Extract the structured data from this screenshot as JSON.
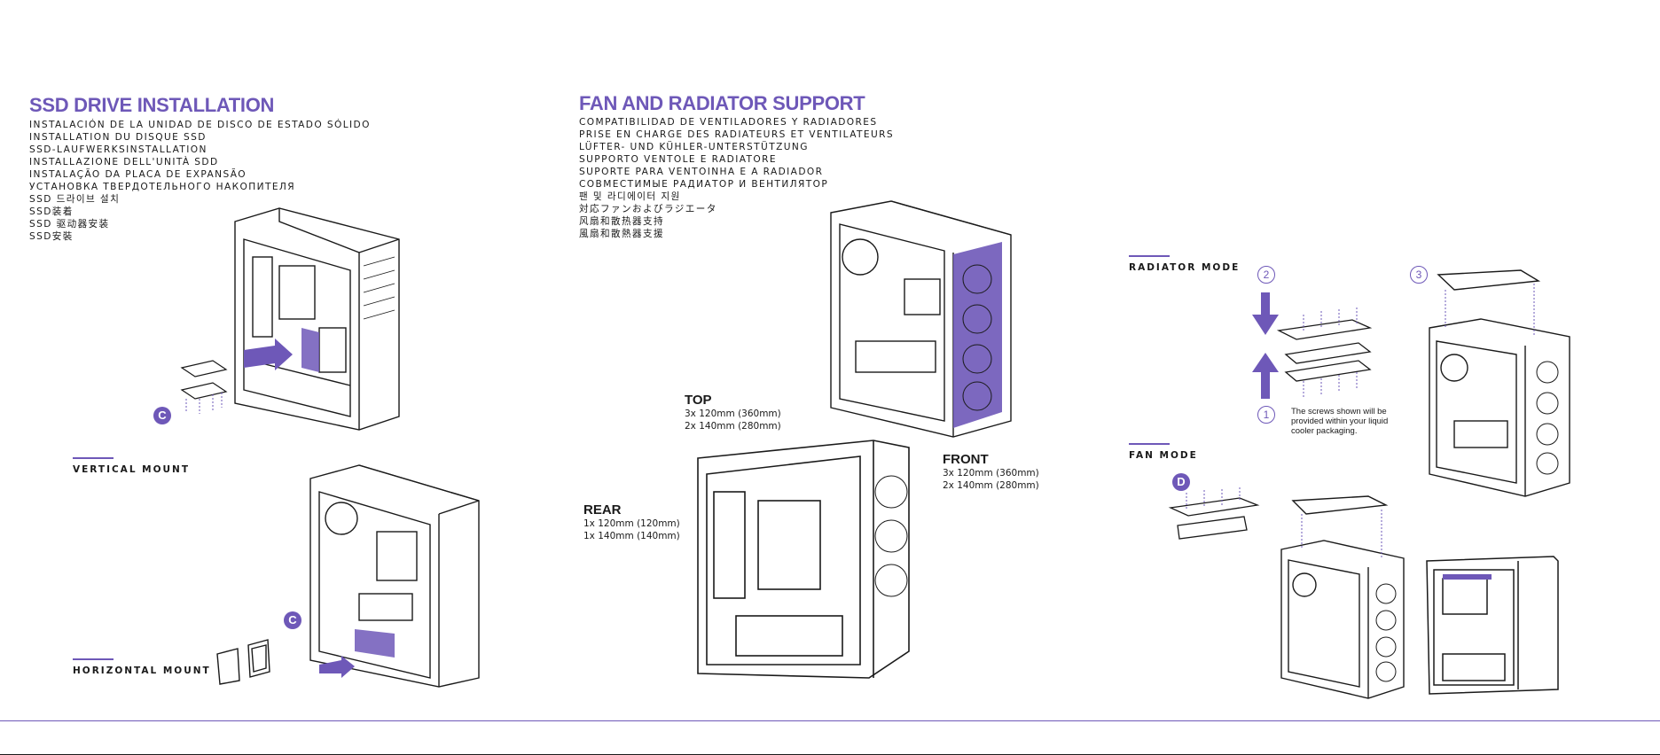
{
  "colors": {
    "accent": "#6e58b8",
    "ink": "#1a1a1a",
    "bg": "#ffffff"
  },
  "ssd": {
    "title": "SSD DRIVE INSTALLATION",
    "translations": [
      "INSTALACIÓN DE LA UNIDAD DE DISCO DE ESTADO SÓLIDO",
      "INSTALLATION DU DISQUE SSD",
      "SSD-LAUFWERKSINSTALLATION",
      "INSTALLAZIONE DELL'UNITÀ SDD",
      "INSTALAÇÃO DA PLACA DE EXPANSÃO",
      "УСТАНОВКА ТВЕРДОТЕЛЬНОГО НАКОПИТЕЛЯ",
      "SSD 드라이브 설치",
      "SSD装着",
      "SSD 驱动器安装",
      "SSD安裝"
    ],
    "badge": "C",
    "vertical_label": "VERTICAL MOUNT",
    "horizontal_label": "HORIZONTAL MOUNT",
    "badge2": "C"
  },
  "fan": {
    "title": "FAN AND RADIATOR SUPPORT",
    "translations": [
      "COMPATIBILIDAD DE VENTILADORES Y RADIADORES",
      "PRISE EN CHARGE DES RADIATEURS ET VENTILATEURS",
      "LÜFTER- UND KÜHLER-UNTERSTÜTZUNG",
      "SUPPORTO VENTOLE E RADIATORE",
      "SUPORTE PARA VENTOINHA E A RADIADOR",
      "СОВМЕСТИМЫЕ РАДИАТОР И ВЕНТИЛЯТОР",
      "팬 및 라디에이터 지원",
      "対応ファンおよびラジエータ",
      "风扇和散热器支持",
      "風扇和散熱器支援"
    ],
    "top": {
      "title": "TOP",
      "lines": [
        "3x 120mm (360mm)",
        "2x 140mm (280mm)"
      ]
    },
    "front": {
      "title": "FRONT",
      "lines": [
        "3x 120mm (360mm)",
        "2x 140mm (280mm)"
      ]
    },
    "rear": {
      "title": "REAR",
      "lines": [
        "1x 120mm (120mm)",
        "1x 140mm (140mm)"
      ]
    }
  },
  "modes": {
    "radiator_label": "RADIATOR MODE",
    "fan_label": "FAN MODE",
    "step1": "1",
    "step2": "2",
    "step3": "3",
    "badge": "D",
    "note": "The screws shown will be provided within your liquid cooler packaging."
  }
}
